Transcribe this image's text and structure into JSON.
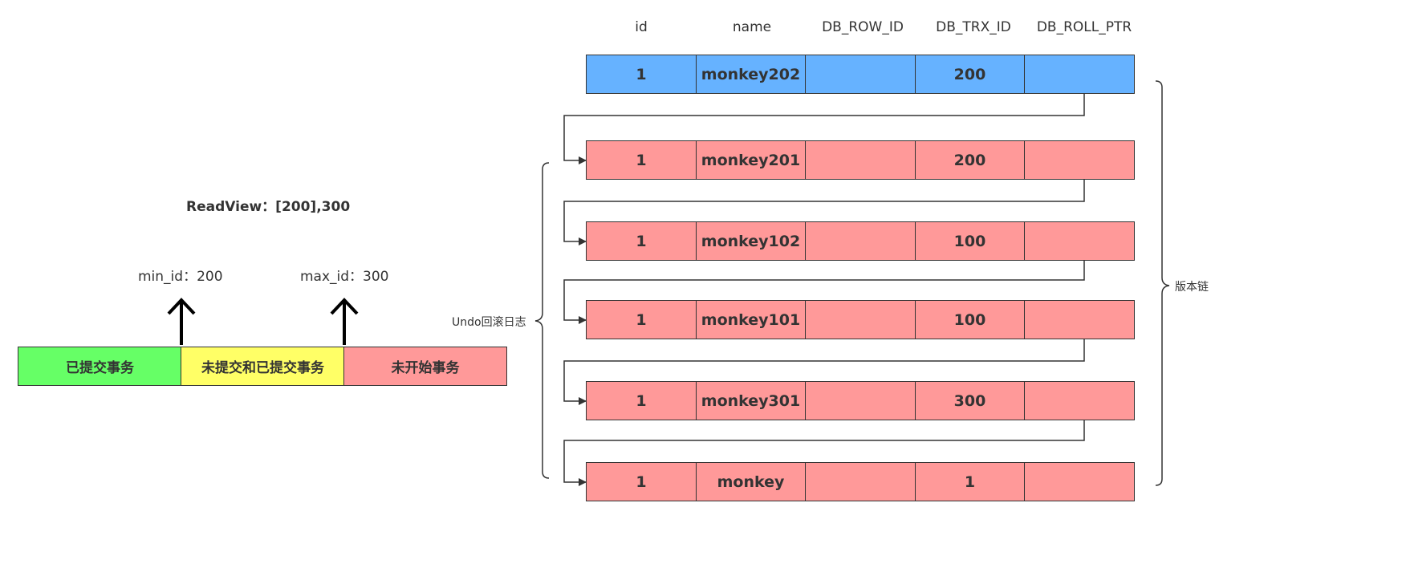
{
  "readview": {
    "text": "ReadView：[200],300"
  },
  "markers": {
    "min": {
      "label": "min_id：200"
    },
    "max": {
      "label": "max_id：300"
    }
  },
  "bar": {
    "segments": [
      {
        "label": "已提交事务",
        "color": "#66ff66"
      },
      {
        "label": "未提交和已提交事务",
        "color": "#ffff66"
      },
      {
        "label": "未开始事务",
        "color": "#ff9999"
      }
    ]
  },
  "table": {
    "headers": [
      "id",
      "name",
      "DB_ROW_ID",
      "DB_TRX_ID",
      "DB_ROLL_PTR"
    ],
    "rows": [
      {
        "id": "1",
        "name": "monkey202",
        "db_row_id": "",
        "db_trx_id": "200",
        "db_roll_ptr": "",
        "color": "#66b2ff"
      },
      {
        "id": "1",
        "name": "monkey201",
        "db_row_id": "",
        "db_trx_id": "200",
        "db_roll_ptr": "",
        "color": "#ff9999"
      },
      {
        "id": "1",
        "name": "monkey102",
        "db_row_id": "",
        "db_trx_id": "100",
        "db_roll_ptr": "",
        "color": "#ff9999"
      },
      {
        "id": "1",
        "name": "monkey101",
        "db_row_id": "",
        "db_trx_id": "100",
        "db_roll_ptr": "",
        "color": "#ff9999"
      },
      {
        "id": "1",
        "name": "monkey301",
        "db_row_id": "",
        "db_trx_id": "300",
        "db_roll_ptr": "",
        "color": "#ff9999"
      },
      {
        "id": "1",
        "name": "monkey",
        "db_row_id": "",
        "db_trx_id": "1",
        "db_roll_ptr": "",
        "color": "#ff9999"
      }
    ]
  },
  "labels": {
    "undo_log": "Undo回滚日志",
    "version_chain": "版本链"
  }
}
